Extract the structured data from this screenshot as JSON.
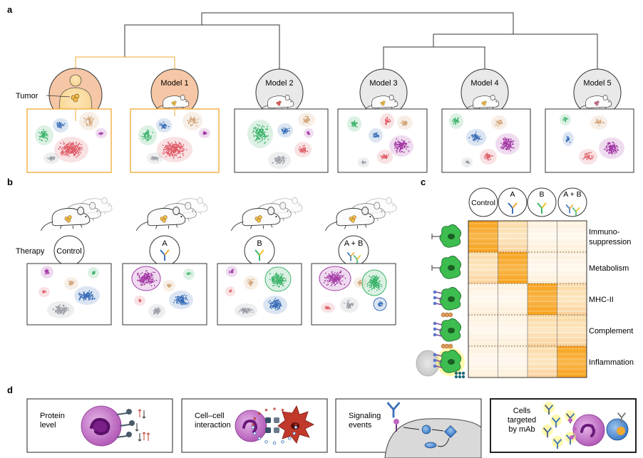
{
  "panels": {
    "a": "a",
    "b": "b",
    "c": "c",
    "d": "d"
  },
  "panel_a": {
    "tumor_label": "Tumor",
    "models": [
      "Model 1",
      "Model 2",
      "Model 3",
      "Model 4",
      "Model 5"
    ]
  },
  "panel_b": {
    "therapy_label": "Therapy",
    "conditions": [
      "Control",
      "A",
      "B",
      "A + B"
    ]
  },
  "panel_c": {
    "columns": [
      "Control",
      "A",
      "B",
      "A + B"
    ],
    "rows": [
      "Immuno-\nsuppression",
      "Metabolism",
      "MHC-II",
      "Complement",
      "Inflammation"
    ],
    "row_line1": [
      "Immuno-",
      "Metabolism",
      "MHC-II",
      "Complement",
      "Inflammation"
    ],
    "row_line2": [
      "suppression",
      "",
      "",
      "",
      ""
    ]
  },
  "panel_d": {
    "boxes": [
      {
        "line1": "Protein",
        "line2": "level",
        "line3": ""
      },
      {
        "line1": "Cell–cell",
        "line2": "interaction",
        "line3": ""
      },
      {
        "line1": "Signaling",
        "line2": "events",
        "line3": ""
      },
      {
        "line1": "Cells",
        "line2": "targeted",
        "line3": "by mAb"
      }
    ]
  },
  "colors": {
    "orange_box": "#f0a830",
    "salmon_circle": "#f6c7a6",
    "heat_high": "#f7a21b",
    "red_cluster": "#e0606b",
    "green_cluster": "#3cb46b",
    "blue_cluster": "#3a6fb8",
    "purple_cluster": "#a43aa6",
    "tan_cluster": "#d2a57a",
    "gray_cluster": "#9a9ea6",
    "cell_green": "#3dbd4f",
    "cell_purple": "#c065c2"
  },
  "icons": [
    "mouse-icon",
    "human-silhouette-icon",
    "tumor-icon",
    "antibody-icon",
    "macrophage-icon",
    "dendritic-cell-icon",
    "bcell-icon"
  ]
}
